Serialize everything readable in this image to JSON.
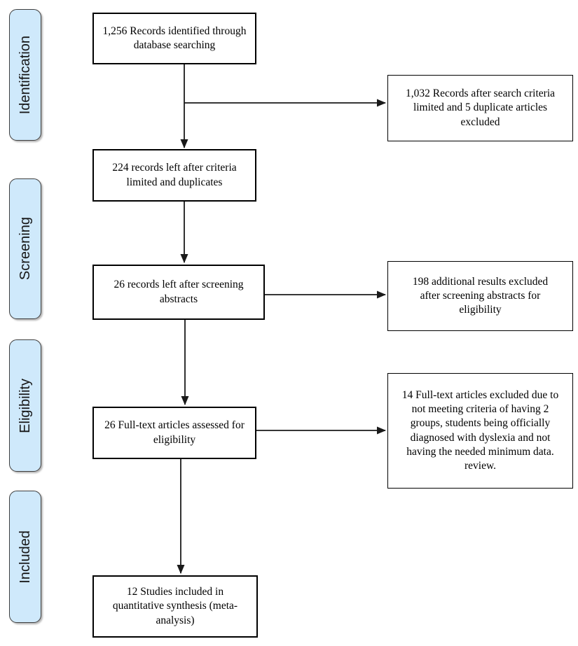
{
  "colors": {
    "stage_fill": "#cfe9fb",
    "stage_border": "#3f3f3f",
    "node_border": "#000000",
    "arrow": "#1a1a1a",
    "background": "#ffffff"
  },
  "stages": [
    {
      "label": "Identification"
    },
    {
      "label": "Screening"
    },
    {
      "label": "Eligibility"
    },
    {
      "label": "Included"
    }
  ],
  "nodes": {
    "records_identified": "1,256 Records identified through database searching",
    "records_after_criteria": "224 records left after criteria limited and duplicates",
    "records_after_screening": "26 records left after screening abstracts",
    "fulltext_assessed": "26 Full-text articles assessed for eligibility",
    "studies_included": "12 Studies included in quantitative synthesis (meta-analysis)"
  },
  "exclusion_nodes": {
    "search_criteria_excluded": "1,032 Records after search criteria limited and 5 duplicate articles excluded",
    "abstract_screening_excluded": "198 additional results excluded after screening abstracts for eligibility",
    "fulltext_excluded": "14 Full-text articles excluded due to not meeting criteria of having 2 groups, students being officially diagnosed with dyslexia and not having the needed minimum data. review."
  }
}
